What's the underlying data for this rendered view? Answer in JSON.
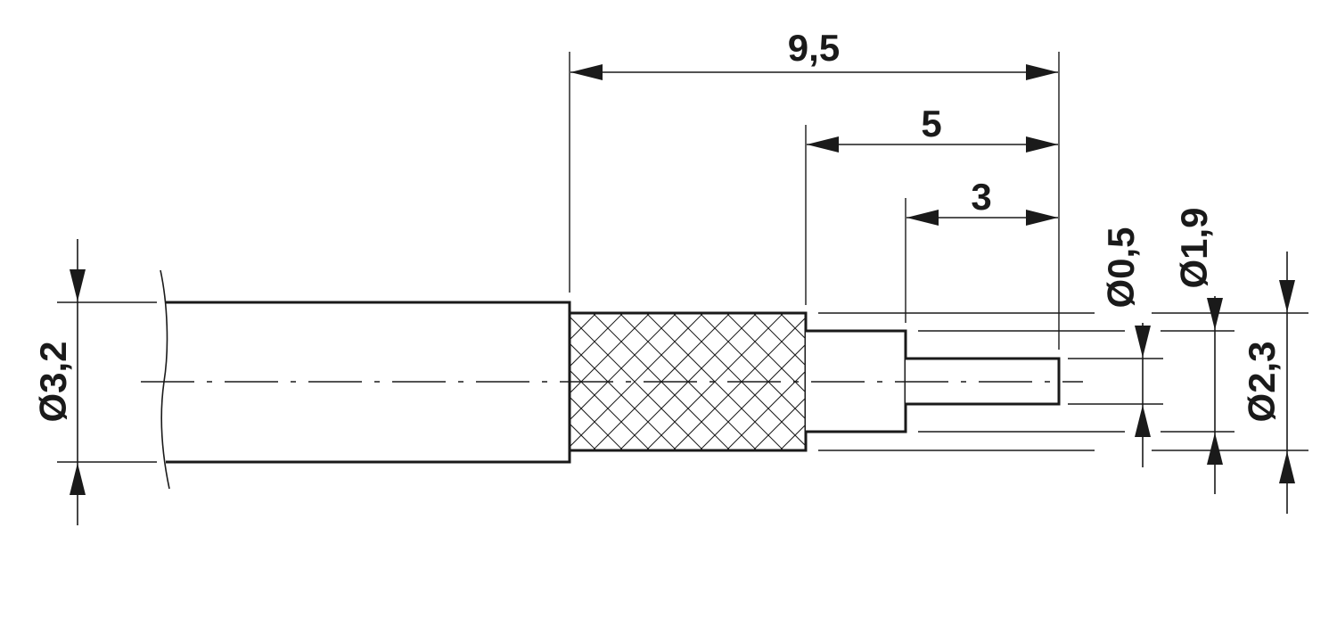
{
  "dimensions": {
    "overall_length": "9,5",
    "braid_to_tip": "5",
    "pin_length": "3",
    "jacket_diameter": "Ø3,2",
    "pin_diameter": "Ø0,5",
    "dielectric_diameter": "Ø1,9",
    "braid_diameter": "Ø2,3"
  },
  "colors": {
    "line": "#1a1a1a",
    "background": "#ffffff"
  }
}
